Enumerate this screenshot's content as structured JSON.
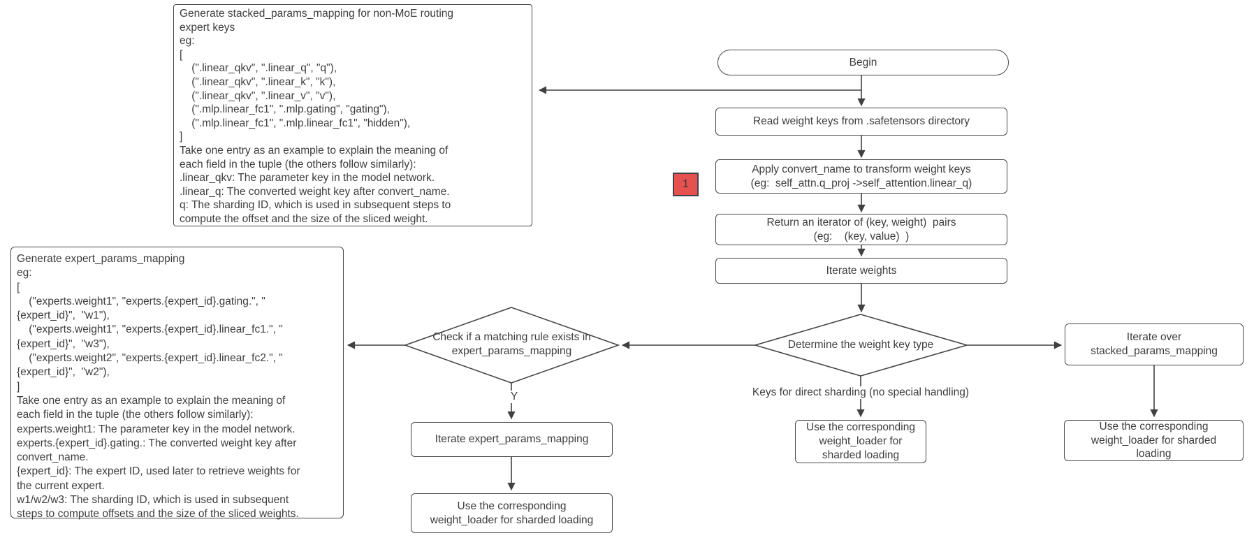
{
  "diagram": {
    "background": "#ffffff",
    "line_color": "#404040",
    "text_color": "#3d3d3d"
  },
  "notes": {
    "stacked_params": {
      "lines": [
        "Generate stacked_params_mapping for non-MoE routing",
        "expert keys",
        "eg:",
        "[",
        "    (\".linear_qkv\", \".linear_q\", \"q\"),",
        "    (\".linear_qkv\", \".linear_k\", \"k\"),",
        "    (\".linear_qkv\", \".linear_v\", \"v\"),",
        "    (\".mlp.linear_fc1\", \".mlp.gating\", \"gating\"),",
        "    (\".mlp.linear_fc1\", \".mlp.linear_fc1\", \"hidden\"),",
        "]",
        "Take one entry as an example to explain the meaning of",
        "each field in the tuple (the others follow similarly):",
        ".linear_qkv: The parameter key in the model network.",
        ".linear_q: The converted weight key after convert_name.",
        "q: The sharding ID, which is used in subsequent steps to",
        "compute the offset and the size of the sliced weight."
      ]
    },
    "expert_params": {
      "lines": [
        "Generate expert_params_mapping",
        "eg:",
        "[",
        "    (\"experts.weight1\", \"experts.{expert_id}.gating.\", \"",
        "{expert_id}\",  \"w1\"),",
        "    (\"experts.weight1\", \"experts.{expert_id}.linear_fc1.\", \"",
        "{expert_id}\",  \"w3\"),",
        "    (\"experts.weight2\", \"experts.{expert_id}.linear_fc2.\", \"",
        "{expert_id}\",  \"w2\"),",
        "]",
        "Take one entry as an example to explain the meaning of",
        "each field in the tuple (the others follow similarly):",
        "experts.weight1: The parameter key in the model network.",
        "experts.{expert_id}.gating.: The converted weight key after",
        "convert_name.",
        "{expert_id}: The expert ID, used later to retrieve weights for",
        "the current expert.",
        "w1/w2/w3: The sharding ID, which is used in subsequent",
        "steps to compute offsets and the size of the sliced weights."
      ]
    }
  },
  "badge": {
    "label": "1",
    "fill": "#e6514f",
    "border_color": "#3f434c"
  },
  "labels": {
    "yes_branch": "Y",
    "direct_sharding": "Keys for direct sharding (no special handling)"
  },
  "nodes": {
    "begin": {
      "label": "Begin"
    },
    "read_keys": {
      "label": "Read weight keys from .safetensors directory"
    },
    "apply_convert_name": {
      "lines": [
        "Apply convert_name to transform weight keys",
        "(eg:  self_attn.q_proj ->self_attention.linear_q)"
      ]
    },
    "return_iterator": {
      "lines": [
        "Return an iterator of (key, weight)  pairs",
        "(eg:    (key, value)  )"
      ]
    },
    "iterate_weights": {
      "label": "Iterate weights"
    },
    "determine_key_type": {
      "label": "Determine the weight key type"
    },
    "check_matching_rule": {
      "lines": [
        "Check if a matching rule exists in",
        "expert_params_mapping"
      ]
    },
    "iterate_expert_params": {
      "label": "Iterate expert_params_mapping"
    },
    "use_weight_loader_expert": {
      "lines": [
        "Use the corresponding",
        "weight_loader for sharded loading"
      ]
    },
    "use_weight_loader_direct": {
      "lines": [
        "Use the corresponding",
        "weight_loader for",
        "sharded loading"
      ]
    },
    "iterate_stacked_params": {
      "lines": [
        "Iterate over",
        "stacked_params_mapping"
      ]
    },
    "use_weight_loader_stacked": {
      "lines": [
        "Use the corresponding",
        "weight_loader for sharded",
        "loading"
      ]
    }
  }
}
